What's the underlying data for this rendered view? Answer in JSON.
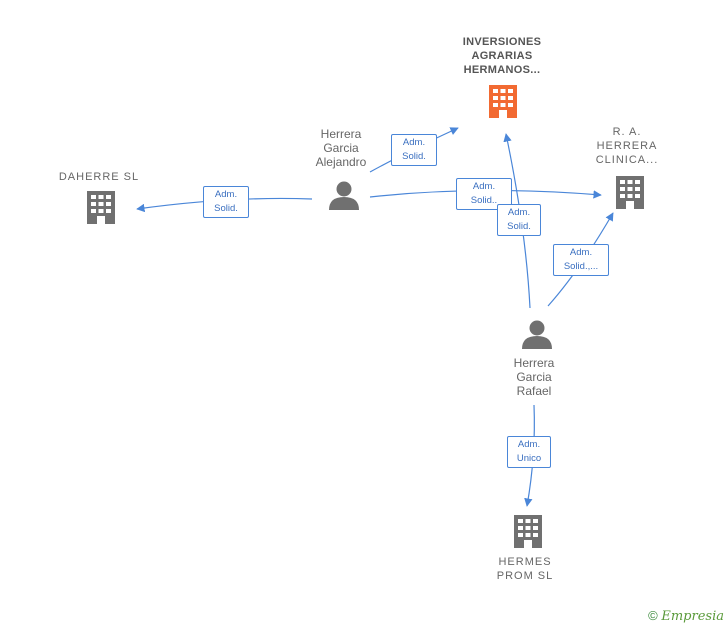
{
  "nodes": {
    "inversiones": {
      "label_lines": [
        "INVERSIONES",
        "AGRARIAS",
        "HERMANOS..."
      ],
      "icon": "building-icon",
      "color": "#f26a32"
    },
    "daherre": {
      "label_lines": [
        "DAHERRE  SL"
      ],
      "icon": "building-icon",
      "color": "#707070"
    },
    "ra_herrera": {
      "label_lines": [
        "R.  A.",
        "HERRERA",
        "CLINICA..."
      ],
      "icon": "building-icon",
      "color": "#707070"
    },
    "hermes": {
      "label_lines": [
        "HERMES",
        "PROM SL"
      ],
      "icon": "building-icon",
      "color": "#707070"
    },
    "alejandro": {
      "label_lines": [
        "Herrera",
        "Garcia",
        "Alejandro"
      ],
      "icon": "person-icon",
      "color": "#707070"
    },
    "rafael": {
      "label_lines": [
        "Herrera",
        "Garcia",
        "Rafael"
      ],
      "icon": "person-icon",
      "color": "#707070"
    }
  },
  "relations": [
    {
      "id": "alejandro-inversiones",
      "lines": [
        "Adm.",
        "Solid."
      ]
    },
    {
      "id": "alejandro-daherre",
      "lines": [
        "Adm.",
        "Solid."
      ]
    },
    {
      "id": "alejandro-ra",
      "lines": [
        "Adm.",
        "Solid.."
      ]
    },
    {
      "id": "rafael-inversiones",
      "lines": [
        "Adm.",
        "Solid."
      ]
    },
    {
      "id": "rafael-ra",
      "lines": [
        "Adm.",
        "Solid.,..."
      ]
    },
    {
      "id": "rafael-hermes",
      "lines": [
        "Adm.",
        "Unico"
      ]
    }
  ],
  "colors": {
    "edge": "#4a86d8",
    "accent": "#f26a32"
  },
  "footer": {
    "copyright_symbol": "©",
    "brand": "Empresia"
  }
}
